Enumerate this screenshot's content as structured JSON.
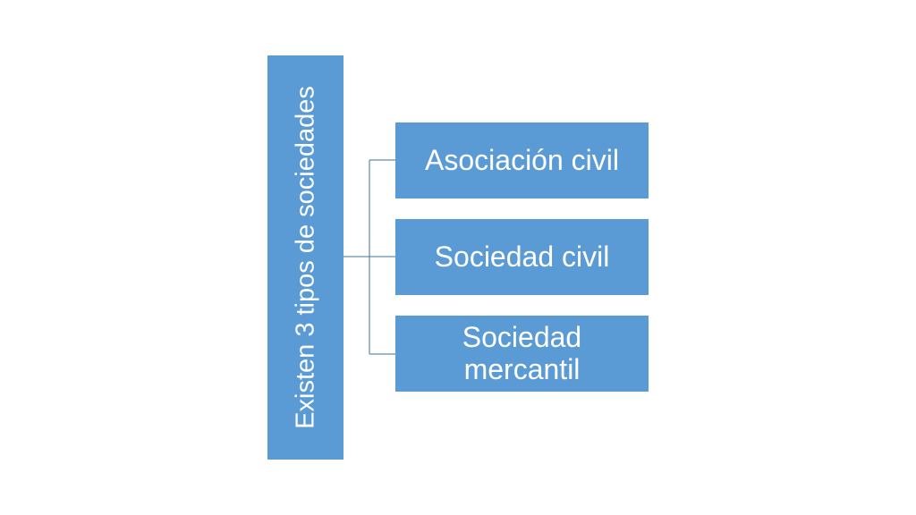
{
  "diagram": {
    "root": {
      "label": "Existen 3 tipos de sociedades"
    },
    "children": [
      {
        "label": "Asociación civil"
      },
      {
        "label": "Sociedad civil"
      },
      {
        "label": "Sociedad mercantil"
      }
    ]
  },
  "colors": {
    "box_fill": "#5b9bd5",
    "connector": "#41719c",
    "text": "#ffffff",
    "background": "#ffffff"
  }
}
